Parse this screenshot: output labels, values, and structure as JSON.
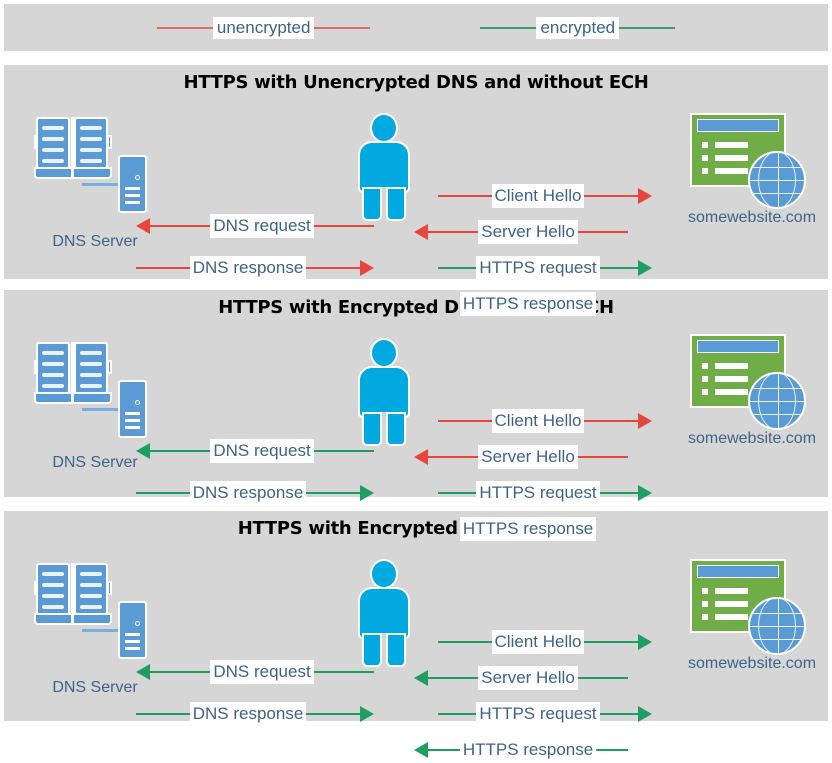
{
  "legend": {
    "items": [
      {
        "label": "unencrypted",
        "color": "#e8453c",
        "state": "unencrypted"
      },
      {
        "label": "encrypted",
        "color": "#1f9e62",
        "state": "encrypted"
      }
    ]
  },
  "colors": {
    "panel_background": "#d6d6d6",
    "page_background": "#ffffff",
    "unencrypted": "#e8453c",
    "encrypted": "#1f9e62",
    "label_text": "#3e6388",
    "title_text": "#000000",
    "person": "#00a9e0",
    "server_blue": "#5b9bd5",
    "browser_green": "#70ad47"
  },
  "nodes": {
    "dns_server_label": "DNS Server",
    "website_label": "somewebsite.com",
    "dns_server_icon": "book-and-server-icon",
    "user_icon": "person-icon",
    "website_icon": "browser-window-globe-icon"
  },
  "panels": [
    {
      "id": "panel-1",
      "title": "HTTPS with Unencrypted DNS and without ECH",
      "dns_flows": [
        {
          "label": "DNS request",
          "direction": "left",
          "encrypted": false
        },
        {
          "label": "DNS response",
          "direction": "right",
          "encrypted": false
        }
      ],
      "web_flows": [
        {
          "label": "Client Hello",
          "direction": "right",
          "encrypted": false
        },
        {
          "label": "Server Hello",
          "direction": "left",
          "encrypted": false
        },
        {
          "label": "HTTPS request",
          "direction": "right",
          "encrypted": true
        },
        {
          "label": "HTTPS response",
          "direction": "left",
          "encrypted": true
        }
      ]
    },
    {
      "id": "panel-2",
      "title": "HTTPS with Encrypted DNS without ECH",
      "dns_flows": [
        {
          "label": "DNS request",
          "direction": "left",
          "encrypted": true
        },
        {
          "label": "DNS response",
          "direction": "right",
          "encrypted": true
        }
      ],
      "web_flows": [
        {
          "label": "Client Hello",
          "direction": "right",
          "encrypted": false
        },
        {
          "label": "Server Hello",
          "direction": "left",
          "encrypted": false
        },
        {
          "label": "HTTPS request",
          "direction": "right",
          "encrypted": true
        },
        {
          "label": "HTTPS response",
          "direction": "left",
          "encrypted": true
        }
      ]
    },
    {
      "id": "panel-3",
      "title": "HTTPS with Encrypted DNS and ECH",
      "dns_flows": [
        {
          "label": "DNS request",
          "direction": "left",
          "encrypted": true
        },
        {
          "label": "DNS response",
          "direction": "right",
          "encrypted": true
        }
      ],
      "web_flows": [
        {
          "label": "Client Hello",
          "direction": "right",
          "encrypted": true
        },
        {
          "label": "Server Hello",
          "direction": "left",
          "encrypted": true
        },
        {
          "label": "HTTPS request",
          "direction": "right",
          "encrypted": true
        },
        {
          "label": "HTTPS response",
          "direction": "left",
          "encrypted": true
        }
      ]
    }
  ]
}
